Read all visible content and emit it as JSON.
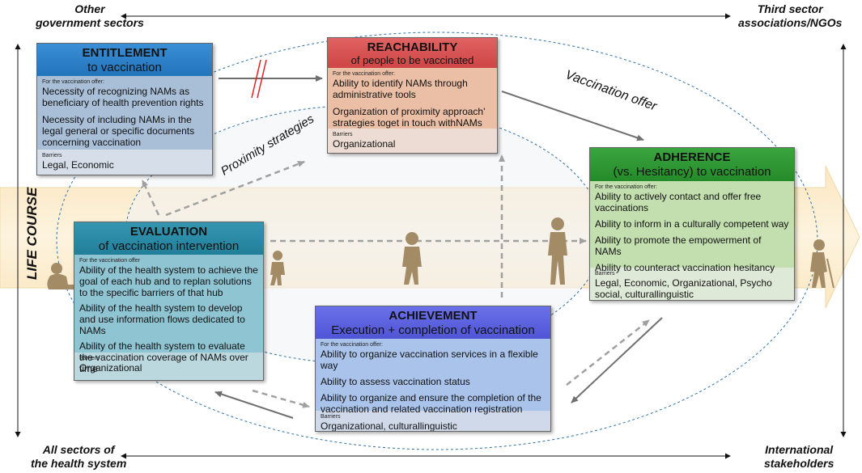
{
  "corners": {
    "top_left": [
      "Other",
      "government sectors"
    ],
    "top_right": [
      "Third sector",
      "associations/NGOs"
    ],
    "bottom_left": [
      "All sectors of",
      "the health system"
    ],
    "bottom_right": [
      "International",
      "stakeholders"
    ]
  },
  "labels": {
    "life_course": "LIFE COURSE",
    "vaccination_offer": "Vaccination offer",
    "proximity_strategies": "Proximity strategies"
  },
  "colors": {
    "life_band": "#fdf0d6",
    "entitlement": "#2479c2",
    "reachability": "#d94f4f",
    "adherence": "#2e9a33",
    "evaluation": "#2a87a2",
    "achievement": "#5b61df"
  },
  "cards": {
    "entitlement": {
      "title": "ENTITLEMENT",
      "subtitle": "to vaccination",
      "offer_label": "For the vaccination offer:",
      "items": [
        "Necessity of recognizing NAMs as beneficiary of health prevention rights",
        "Necessity of including NAMs in the legal general or specific documents concerning vaccination"
      ],
      "barriers_label": "Barriers",
      "barriers": "Legal, Economic"
    },
    "reachability": {
      "title": "REACHABILITY",
      "subtitle": "of people to be vaccinated",
      "offer_label": "For the vaccination offer:",
      "items": [
        "Ability to identify NAMs through administrative tools",
        "Organization of proximity approach' strategies toget in touch withNAMs"
      ],
      "barriers_label": "Barriers",
      "barriers": "Organizational"
    },
    "adherence": {
      "title": "ADHERENCE",
      "subtitle": "(vs. Hesitancy) to vaccination",
      "offer_label": "For the vaccination offer:",
      "items": [
        "Ability to actively contact and offer free vaccinations",
        "Ability to inform in a culturally competent way",
        "Ability to promote the empowerment of NAMs",
        "Ability to counteract vaccination hesitancy"
      ],
      "barriers_label": "Barriers",
      "barriers": "Legal, Economic, Organizational, Psycho social, culturallinguistic"
    },
    "evaluation": {
      "title": "EVALUATION",
      "subtitle": "of vaccination intervention",
      "offer_label": "For the vaccination offer",
      "items": [
        "Ability of the health system to achieve the goal of each hub and to replan solutions to the specific barriers of that hub",
        "Ability of the health system to develop and use information flows dedicated to NAMs",
        "Ability of the health system to evaluate the vaccination coverage of NAMs over time"
      ],
      "barriers_label": "Barriers",
      "barriers": "Organizational"
    },
    "achievement": {
      "title": "ACHIEVEMENT",
      "subtitle": "Execution + completion of vaccination",
      "offer_label": "For the vaccination offer:",
      "items": [
        "Ability to organize vaccination services in a flexible way",
        "Ability to assess vaccination status",
        "Ability to organize and ensure the completion of the vaccination and related vaccination registration"
      ],
      "barriers_label": "Barriers",
      "barriers": "Organizational, culturallinguistic"
    }
  }
}
